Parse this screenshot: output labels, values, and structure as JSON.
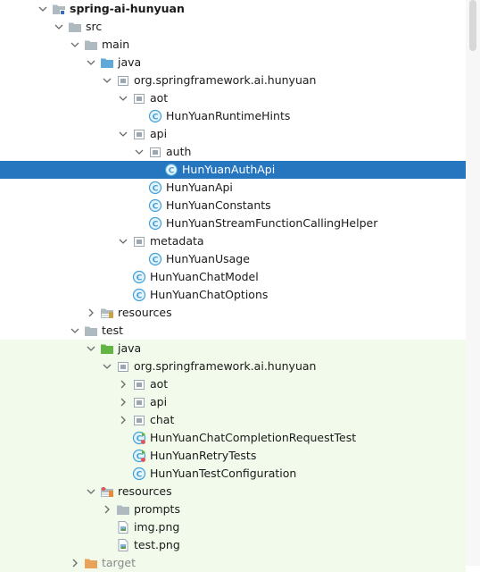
{
  "tree": [
    {
      "label": "spring-ai-hunyuan",
      "icon": "module-folder-icon",
      "arrow": "down",
      "level": 0,
      "bold": true
    },
    {
      "label": "src",
      "icon": "folder-icon",
      "arrow": "down",
      "level": 1
    },
    {
      "label": "main",
      "icon": "folder-icon",
      "arrow": "down",
      "level": 2
    },
    {
      "label": "java",
      "icon": "source-folder-icon",
      "arrow": "down",
      "level": 3
    },
    {
      "label": "org.springframework.ai.hunyuan",
      "icon": "package-icon",
      "arrow": "down",
      "level": 4
    },
    {
      "label": "aot",
      "icon": "package-icon",
      "arrow": "down",
      "level": 5
    },
    {
      "label": "HunYuanRuntimeHints",
      "icon": "class-icon",
      "arrow": "none",
      "level": 6
    },
    {
      "label": "api",
      "icon": "package-icon",
      "arrow": "down",
      "level": 5
    },
    {
      "label": "auth",
      "icon": "package-icon",
      "arrow": "down",
      "level": 6
    },
    {
      "label": "HunYuanAuthApi",
      "icon": "class-icon",
      "arrow": "none",
      "level": 7,
      "selected": true
    },
    {
      "label": "HunYuanApi",
      "icon": "class-icon",
      "arrow": "none",
      "level": 6
    },
    {
      "label": "HunYuanConstants",
      "icon": "class-icon",
      "arrow": "none",
      "level": 6
    },
    {
      "label": "HunYuanStreamFunctionCallingHelper",
      "icon": "class-icon",
      "arrow": "none",
      "level": 6
    },
    {
      "label": "metadata",
      "icon": "package-icon",
      "arrow": "down",
      "level": 5
    },
    {
      "label": "HunYuanUsage",
      "icon": "class-icon",
      "arrow": "none",
      "level": 6
    },
    {
      "label": "HunYuanChatModel",
      "icon": "class-icon",
      "arrow": "none",
      "level": 5
    },
    {
      "label": "HunYuanChatOptions",
      "icon": "class-icon",
      "arrow": "none",
      "level": 5
    },
    {
      "label": "resources",
      "icon": "resources-folder-icon",
      "arrow": "right",
      "level": 3
    },
    {
      "label": "test",
      "icon": "folder-icon",
      "arrow": "down",
      "level": 2
    },
    {
      "label": "java",
      "icon": "test-source-folder-icon",
      "arrow": "down",
      "level": 3,
      "test": true
    },
    {
      "label": "org.springframework.ai.hunyuan",
      "icon": "package-icon",
      "arrow": "down",
      "level": 4,
      "test": true
    },
    {
      "label": "aot",
      "icon": "package-icon",
      "arrow": "right",
      "level": 5,
      "test": true
    },
    {
      "label": "api",
      "icon": "package-icon",
      "arrow": "right",
      "level": 5,
      "test": true
    },
    {
      "label": "chat",
      "icon": "package-icon",
      "arrow": "right",
      "level": 5,
      "test": true
    },
    {
      "label": "HunYuanChatCompletionRequestTest",
      "icon": "test-class-icon",
      "arrow": "none",
      "level": 5,
      "test": true
    },
    {
      "label": "HunYuanRetryTests",
      "icon": "test-class-icon",
      "arrow": "none",
      "level": 5,
      "test": true
    },
    {
      "label": "HunYuanTestConfiguration",
      "icon": "class-icon",
      "arrow": "none",
      "level": 5,
      "test": true
    },
    {
      "label": "resources",
      "icon": "test-resources-folder-icon",
      "arrow": "down",
      "level": 3,
      "test": true
    },
    {
      "label": "prompts",
      "icon": "folder-icon",
      "arrow": "right",
      "level": 4,
      "test": true
    },
    {
      "label": "img.png",
      "icon": "image-file-icon",
      "arrow": "none",
      "level": 4,
      "test": true
    },
    {
      "label": "test.png",
      "icon": "image-file-icon",
      "arrow": "none",
      "level": 4,
      "test": true
    },
    {
      "label": "target",
      "icon": "excluded-folder-icon",
      "arrow": "right",
      "level": 2,
      "test": true,
      "muted": true
    }
  ],
  "colors": {
    "selection": "#2675bf",
    "test_background": "#f1faeb",
    "folder": "#aeb9c0",
    "source_folder": "#5fa8d8",
    "test_folder": "#62b543",
    "excluded_folder": "#e8a25a",
    "class_circle": "#40a0d8",
    "test_badge": "#e05555",
    "package": "#9aa7b0"
  }
}
